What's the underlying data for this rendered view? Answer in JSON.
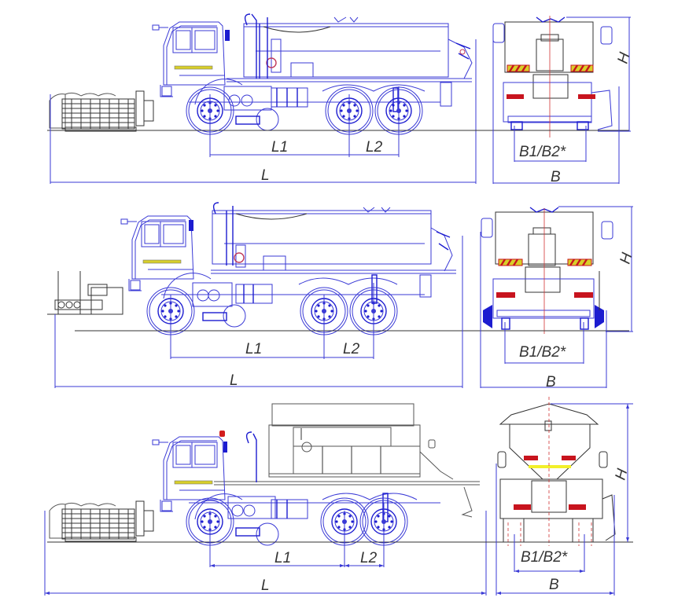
{
  "figure": {
    "description": "Technical dimension drawings of three road-maintenance trucks (side and rear views)",
    "colors": {
      "line": "#3a3ad6",
      "dark_line": "#1c1cd0",
      "body_gray": "#555555",
      "stripe_yellow": "#d8cf2a",
      "reflector_red": "#c8141e",
      "beacon_red": "#d21e1e",
      "centerline_red": "#d23232"
    }
  },
  "panels": [
    {
      "name": "Variant 1 – tank body with front snow plough",
      "side_view": {
        "labels": {
          "wheelbase1": "L1",
          "wheelbase2": "L2",
          "overall_length": "L"
        }
      },
      "rear_view": {
        "labels": {
          "track": "B1/B2*",
          "overall_width": "B",
          "height": "H"
        }
      }
    },
    {
      "name": "Variant 2 – tank body with side-mounted plough",
      "side_view": {
        "labels": {
          "wheelbase1": "L1",
          "wheelbase2": "L2",
          "overall_length": "L"
        }
      },
      "rear_view": {
        "labels": {
          "track": "B1/B2*",
          "overall_width": "B",
          "height": "H"
        }
      }
    },
    {
      "name": "Variant 3 – spreader hopper with front snow plough",
      "side_view": {
        "labels": {
          "wheelbase1": "L1",
          "wheelbase2": "L2",
          "overall_length": "L"
        }
      },
      "rear_view": {
        "labels": {
          "track": "B1/B2*",
          "overall_width": "B",
          "height": "H"
        }
      }
    }
  ]
}
